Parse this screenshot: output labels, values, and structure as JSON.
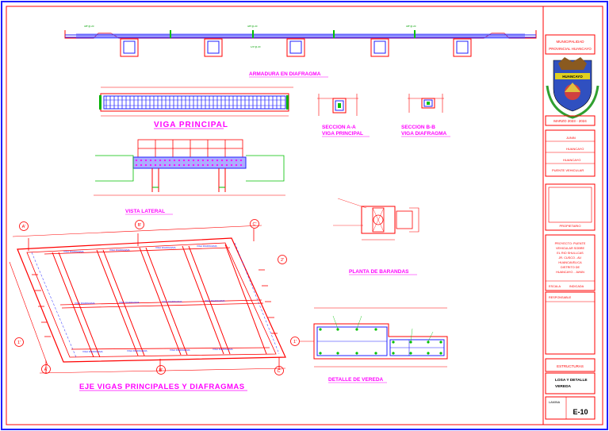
{
  "sheet": {
    "sheet_code": "E-10",
    "drawing_titles": {
      "armadura": "ARMADURA EN DIAFRAGMA",
      "viga_principal": "VIGA PRINCIPAL",
      "seccion_aa": "SECCION A-A",
      "seccion_aa_sub": "VIGA PRINCIPAL",
      "seccion_bb": "SECCION B-B",
      "seccion_bb_sub": "VIGA DIAFRAGMA",
      "vista_lateral": "VISTA LATERAL",
      "planta_barandas": "PLANTA DE BARANDAS",
      "eje_vigas": "EJE VIGAS PRINCIPALES Y DIAFRAGMAS",
      "detalle_vereda": "DETALLE DE VEREDA"
    },
    "axis_labels": {
      "a_top": "A'",
      "b_top": "B'",
      "c_top": "C'",
      "two": "2'",
      "one_left": "1'",
      "a_bot": "A'",
      "b_bot": "B'",
      "c_bot": "C'",
      "one_vereda": "1'"
    }
  },
  "title_block": {
    "entity_line1": "MUNICIPALIDAD",
    "entity_line2": "PROVINCIAL HUANCAYO",
    "emblem_label": "HUANCAYO",
    "date_line": "MARZO 2023 - 2024",
    "field_dpto": "JUNIN",
    "field_prov": "HUANCAYO",
    "field_dist": "HUANCAYO",
    "field_lugar": "PUENTE VEHICULAR",
    "box_label": "PROPIETARIO",
    "desc_line1": "PROYECTO: PUENTE",
    "desc_line2": "VEHICULAR SOBRE",
    "desc_line3": "EL RIO SHULLCAS",
    "desc_line4": "JR. CUSCO - AV.",
    "desc_line5": "HUANCAVELICA",
    "desc_line6": "DISTRITO DE",
    "desc_line7": "HUANCAYO - JUNIN",
    "scale_label": "ESCALA",
    "scale_value": "INDICADA",
    "responsable_label": "RESPONSABLE",
    "specialty": "ESTRUCTURAS",
    "plan_line1": "LOSA Y DETALLE",
    "plan_line2": "VEREDA",
    "lamina_label": "LAMINA",
    "sheet_number": "E-10"
  }
}
